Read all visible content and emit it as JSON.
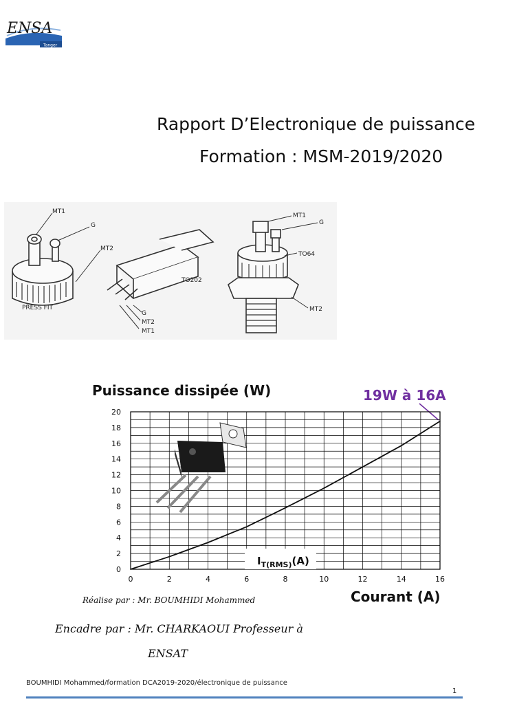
{
  "logo": {
    "main": "ENSA",
    "sub": "Tanger"
  },
  "title": {
    "line1": "Rapport D’Electronique de puissance",
    "line2": "Formation : MSM-2019/2020"
  },
  "diagram": {
    "press_fit_label": "PRESS FIT",
    "to202_label": "TO202",
    "to64_label": "TO64",
    "mt1": "MT1",
    "mt2": "MT2",
    "g": "G"
  },
  "chart_data": {
    "type": "line",
    "title": "Puissance dissipée (W)",
    "xlabel": "Courant (A)",
    "inner_label": "I",
    "inner_label_sub": "T(RMS)",
    "inner_label_unit": "(A)",
    "annotation": "19W à 16A",
    "xlim": [
      0,
      16
    ],
    "ylim": [
      0,
      20
    ],
    "x_ticks": [
      0,
      2,
      4,
      6,
      8,
      10,
      12,
      14,
      16
    ],
    "y_ticks": [
      0,
      2,
      4,
      6,
      8,
      10,
      12,
      14,
      16,
      18,
      20
    ],
    "series": [
      {
        "x": [
          0,
          2,
          4,
          6,
          8,
          10,
          12,
          14,
          16
        ],
        "y": [
          0,
          1.6,
          3.4,
          5.4,
          7.8,
          10.3,
          13.0,
          15.7,
          18.8
        ]
      }
    ],
    "colors": {
      "curve": "#111111",
      "annotation": "#7030a0",
      "grid": "#000000"
    }
  },
  "credits": {
    "realise": "Réalise par   : Mr. BOUMHIDI Mohammed",
    "encadre": "Encadre par : Mr. CHARKAOUI Professeur à",
    "ensat": "ENSAT"
  },
  "footer": {
    "text": "BOUMHIDI Mohammed/formation DCA2019-2020/électronique de puissance",
    "page": "1"
  }
}
